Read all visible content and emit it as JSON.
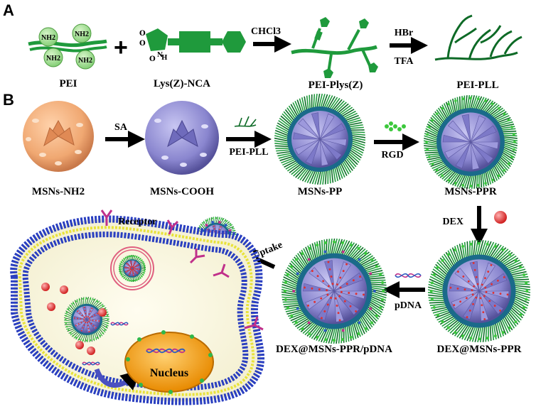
{
  "panel_a": {
    "letter": "A",
    "labels": {
      "pei": "PEI",
      "lys": "Lys(Z)-NCA",
      "pei_plys": "PEI-Plys(Z)",
      "pei_pll": "PEI-PLL"
    },
    "nh2": "NH2",
    "reagents": {
      "chcl3": "CHCl3",
      "hbr": "HBr",
      "tfa": "TFA"
    },
    "ring_o": "O",
    "ring_h": "H",
    "ring_n": "N"
  },
  "panel_b": {
    "letter": "B",
    "labels": {
      "msns_nh2": "MSNs-NH2",
      "msns_cooh": "MSNs-COOH",
      "msns_pp": "MSNs-PP",
      "msns_ppr": "MSNs-PPR",
      "dex_msns_ppr": "DEX@MSNs-PPR",
      "dex_msns_ppr_pdna": "DEX@MSNs-PPR/pDNA"
    },
    "arrows": {
      "sa": "SA",
      "pei_pll": "PEI-PLL",
      "rgd": "RGD",
      "dex": "DEX",
      "pdna": "pDNA",
      "uptake": "Uptake"
    },
    "cell": {
      "receptor": "Receptor",
      "nucleus": "Nucleus"
    }
  },
  "colors": {
    "green": "#1f9a3c",
    "dark_green": "#0d6a26",
    "orange": "#f0a872",
    "purple": "#8a86cf",
    "membrane_blue": "#2a3fc0",
    "membrane_yellow": "#e8e23a",
    "nucleus": "#f29a10",
    "receptor": "#c0308a",
    "dex_red": "#e03030"
  }
}
